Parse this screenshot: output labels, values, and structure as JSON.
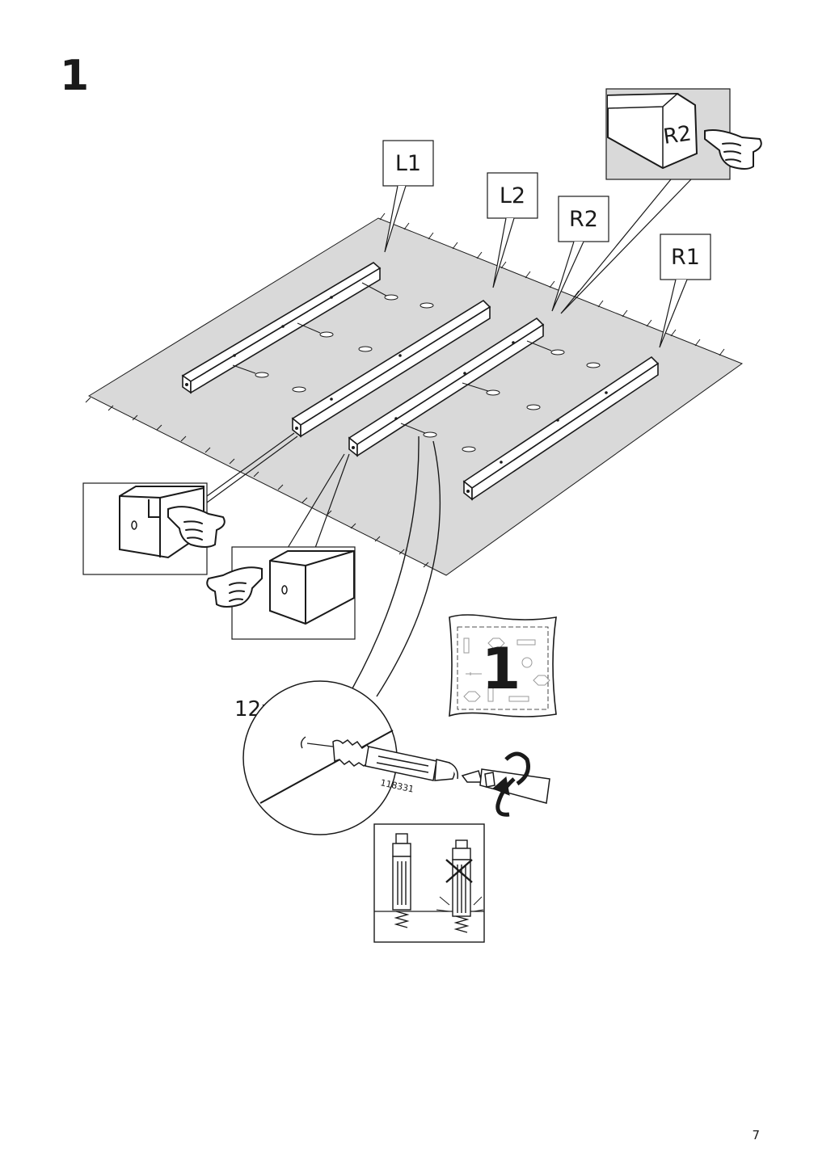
{
  "step": {
    "number": "1"
  },
  "page": {
    "number": "7"
  },
  "callouts": {
    "l1": "L1",
    "l2": "L2",
    "r2": "R2",
    "r1": "R1"
  },
  "detail_marker": {
    "label": "R2"
  },
  "hardware": {
    "bag_number": "1",
    "quantity": "12x",
    "article_number": "118331"
  },
  "colors": {
    "line": "#1a1a1a",
    "mat": "#d9d9d9",
    "detail_background": "#d9d9d9",
    "background": "#ffffff"
  }
}
